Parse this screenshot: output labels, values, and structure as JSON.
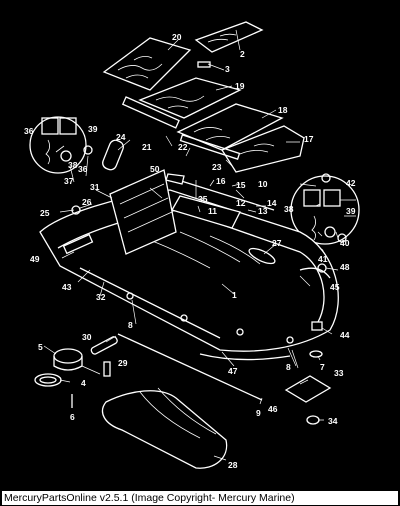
{
  "footer": {
    "caption": "MercuryPartsOnline v2.5.1 (Image Copyright- Mercury Marine)"
  },
  "callouts": {
    "c1": "1",
    "c2": "2",
    "c3": "3",
    "c4": "4",
    "c5": "5",
    "c6": "6",
    "c7": "7",
    "c8a": "8",
    "c8b": "8",
    "c9": "9",
    "c10": "10",
    "c11": "11",
    "c12": "12",
    "c13": "13",
    "c14": "14",
    "c15": "15",
    "c16": "16",
    "c17": "17",
    "c18": "18",
    "c19": "19",
    "c20": "20",
    "c21": "21",
    "c22": "22",
    "c23": "23",
    "c24": "24",
    "c25": "25",
    "c26": "26",
    "c27": "27",
    "c28": "28",
    "c29": "29",
    "c30": "30",
    "c31": "31",
    "c32": "32",
    "c33": "33",
    "c34": "34",
    "c35": "35",
    "c36a": "36",
    "c36b": "36",
    "c37": "37",
    "c38a": "38",
    "c38b": "38",
    "c39a": "39",
    "c39b": "39",
    "c40": "40",
    "c41": "41",
    "c42": "42",
    "c43": "43",
    "c44": "44",
    "c45": "45",
    "c46": "46",
    "c47": "47",
    "c48": "48",
    "c49": "49",
    "c50": "50"
  }
}
